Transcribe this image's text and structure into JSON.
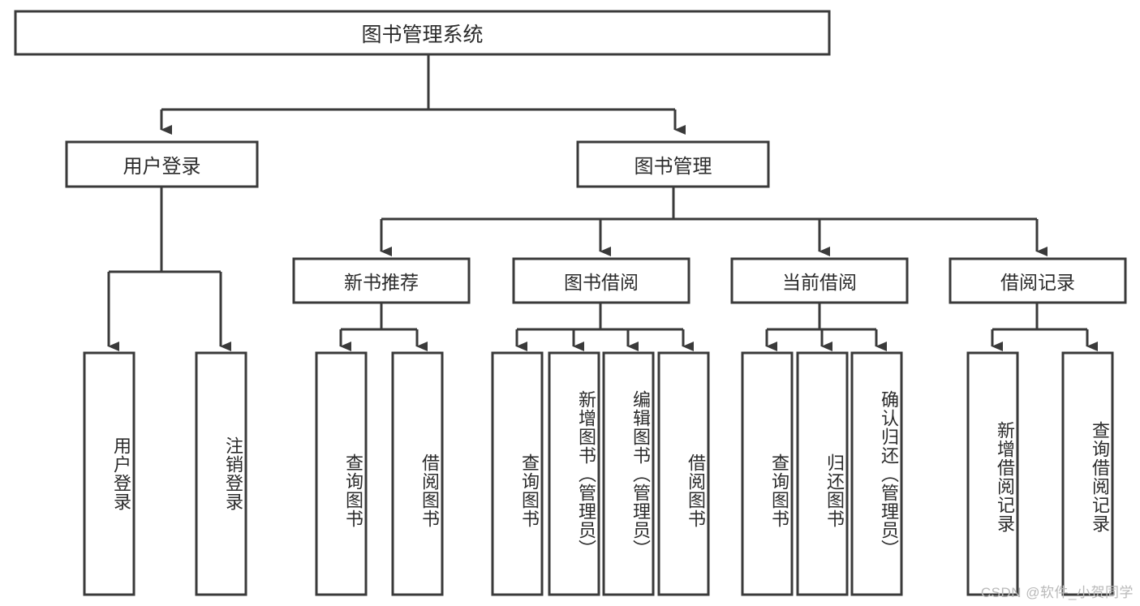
{
  "diagram": {
    "title": "图书管理系统",
    "type": "tree-hierarchy-diagram",
    "colors": {
      "stroke": "#3a3a3a",
      "fill": "#ffffff",
      "text": "#2b2b2b",
      "watermark": "#b9b9b9"
    },
    "root": {
      "label": "图书管理系统"
    },
    "level1": [
      {
        "label": "用户登录"
      },
      {
        "label": "图书管理"
      }
    ],
    "level2": [
      {
        "label": "新书推荐"
      },
      {
        "label": "图书借阅"
      },
      {
        "label": "当前借阅"
      },
      {
        "label": "借阅记录"
      }
    ],
    "leaves": {
      "user_login": [
        {
          "label": "用户登录"
        },
        {
          "label": "注销登录"
        }
      ],
      "new_book_recommend": [
        {
          "label": "查询图书"
        },
        {
          "label": "借阅图书"
        }
      ],
      "book_borrow": [
        {
          "label": "查询图书"
        },
        {
          "label": "新增图书（管理员）"
        },
        {
          "label": "编辑图书（管理员）"
        },
        {
          "label": "借阅图书"
        }
      ],
      "current_borrow": [
        {
          "label": "查询图书"
        },
        {
          "label": "归还图书"
        },
        {
          "label": "确认归还（管理员）"
        }
      ],
      "borrow_record": [
        {
          "label": "新增借阅记录"
        },
        {
          "label": "查询借阅记录"
        }
      ]
    }
  },
  "watermark": {
    "text": "CSDN @软件_小贺同学"
  }
}
